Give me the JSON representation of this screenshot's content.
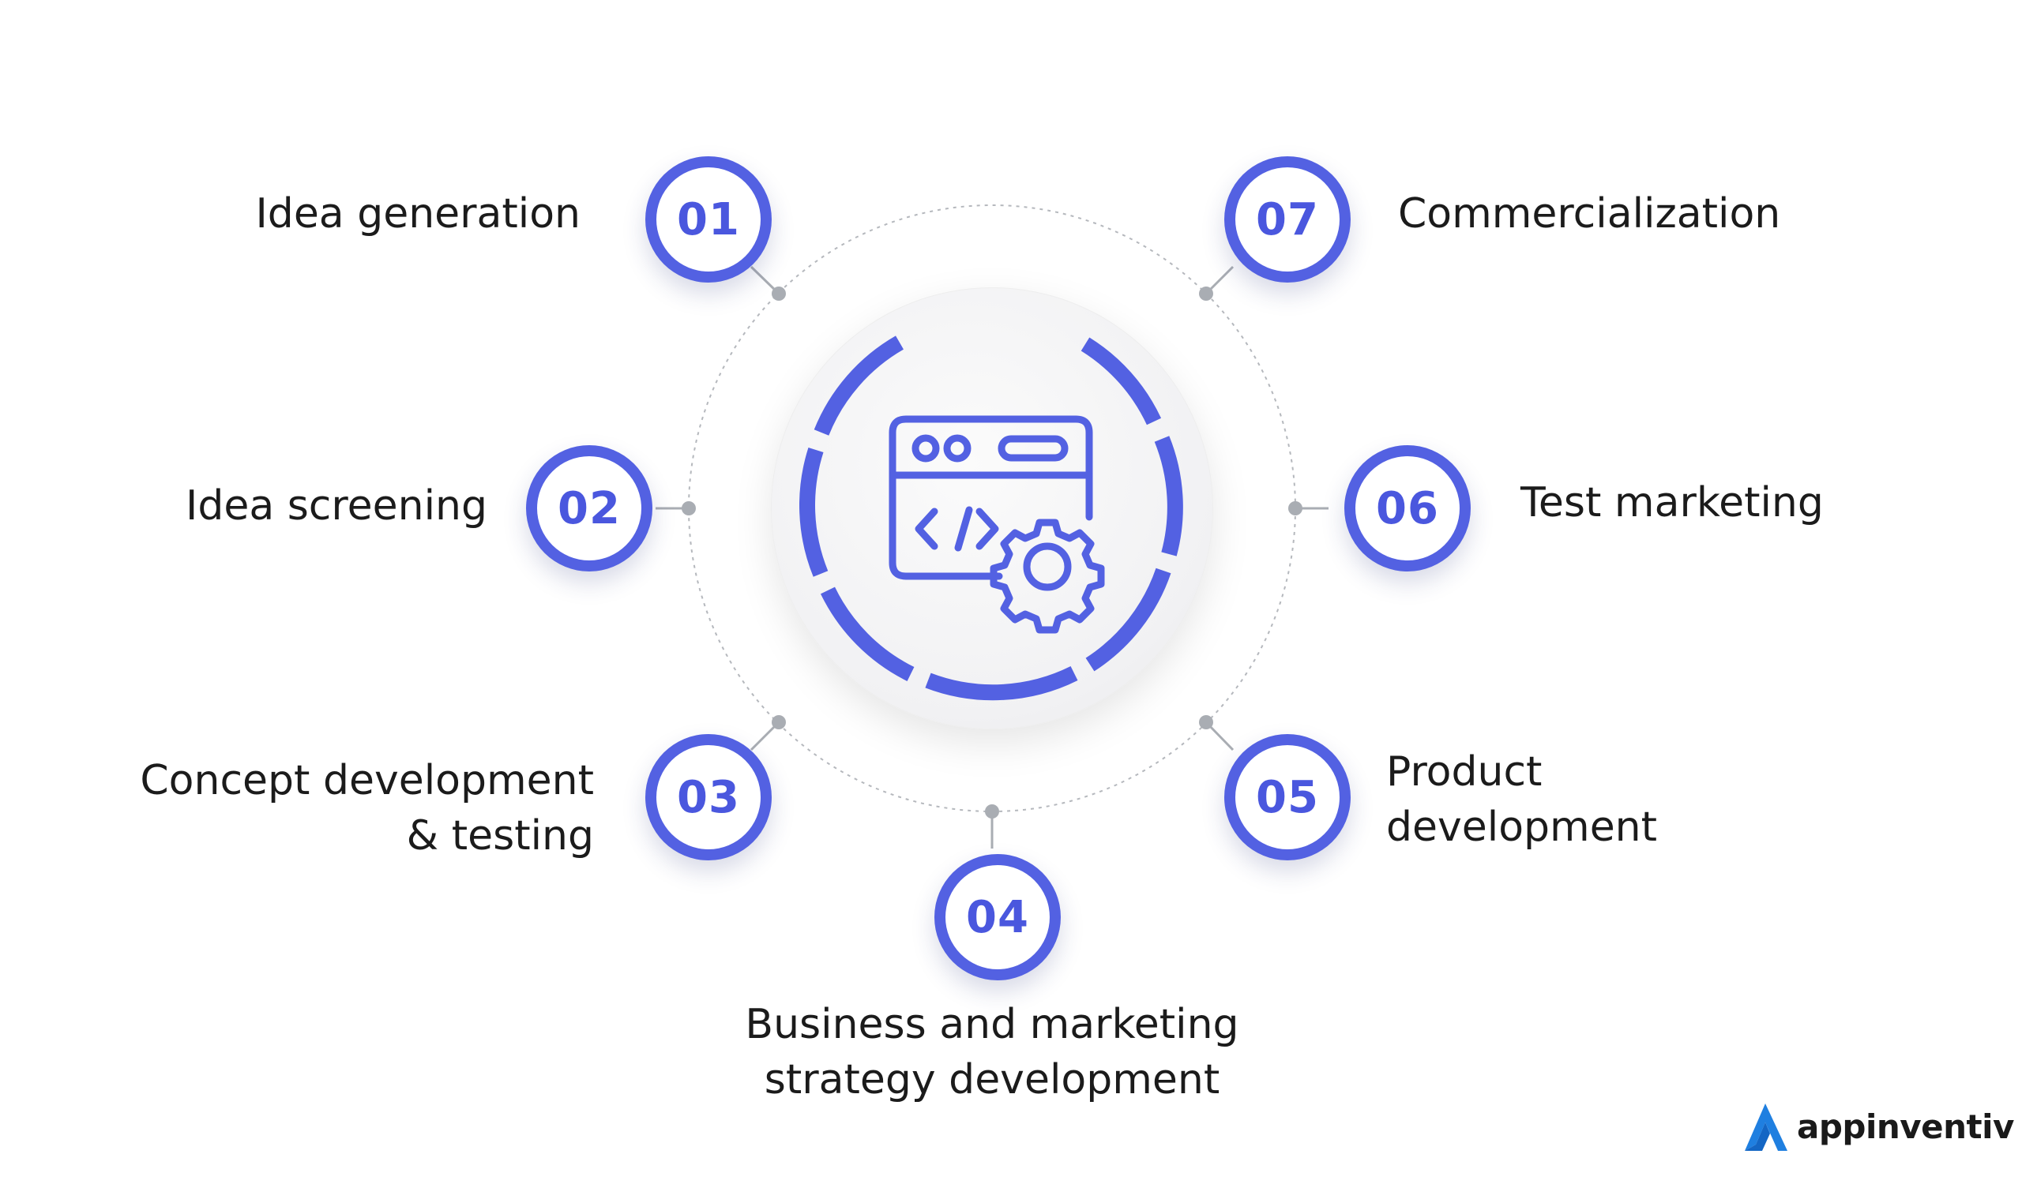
{
  "steps": [
    {
      "num": "01",
      "label": "Idea generation"
    },
    {
      "num": "02",
      "label": "Idea screening"
    },
    {
      "num": "03",
      "label_line1": "Concept development",
      "label_line2": "& testing"
    },
    {
      "num": "04",
      "label_line1": "Business and marketing",
      "label_line2": "strategy development"
    },
    {
      "num": "05",
      "label_line1": "Product",
      "label_line2": "development"
    },
    {
      "num": "06",
      "label": "Test marketing"
    },
    {
      "num": "07",
      "label": "Commercialization"
    }
  ],
  "center_icon": "web-development-gear-icon",
  "logo": {
    "text": "appinventiv",
    "icon": "appinventiv-a-logo-icon"
  },
  "colors": {
    "accent": "#5361e2",
    "number_text": "#4a57de",
    "connector": "#a9adb3"
  }
}
